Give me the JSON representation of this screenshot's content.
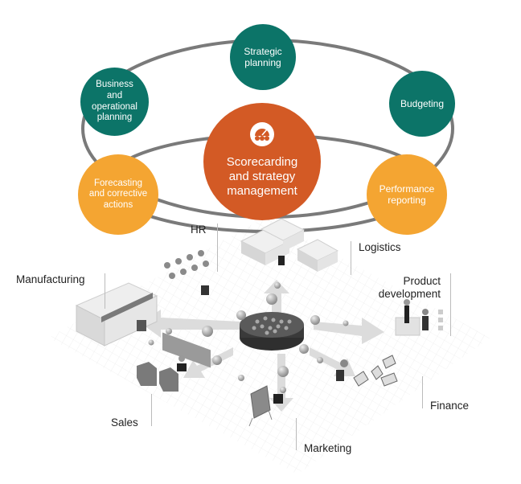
{
  "diagram": {
    "colors": {
      "teal": "#0c7468",
      "amber": "#f4a532",
      "orange": "#d35a25",
      "ring": "#7a7a7a",
      "hub": "#4a4a4a"
    },
    "center": {
      "label": "Scorecarding\nand strategy\nmanagement",
      "icon": "gauge-icon"
    },
    "cycle_nodes": [
      {
        "id": "strategic-planning",
        "label": "Strategic\nplanning",
        "color": "teal"
      },
      {
        "id": "budgeting",
        "label": "Budgeting",
        "color": "teal"
      },
      {
        "id": "performance-reporting",
        "label": "Performance\nreporting",
        "color": "amber"
      },
      {
        "id": "forecasting",
        "label": "Forecasting\nand corrective\nactions",
        "color": "amber"
      },
      {
        "id": "business-planning",
        "label": "Business\nand\noperational\nplanning",
        "color": "teal"
      }
    ],
    "departments": [
      {
        "id": "hr",
        "label": "HR"
      },
      {
        "id": "logistics",
        "label": "Logistics"
      },
      {
        "id": "manufacturing",
        "label": "Manufacturing"
      },
      {
        "id": "product-development",
        "label": "Product\ndevelopment"
      },
      {
        "id": "sales",
        "label": "Sales"
      },
      {
        "id": "finance",
        "label": "Finance"
      },
      {
        "id": "marketing",
        "label": "Marketing"
      }
    ]
  }
}
